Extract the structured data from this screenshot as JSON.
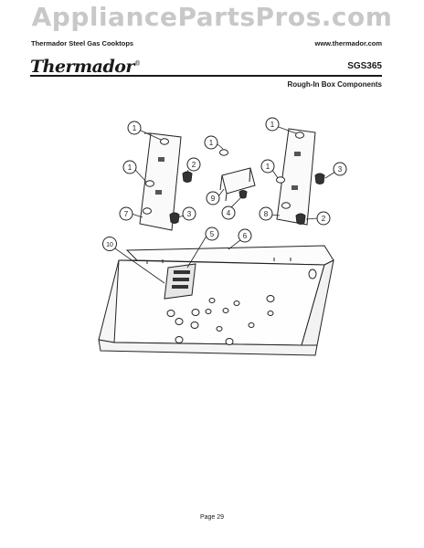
{
  "watermark": "AppliancePartsPros.com",
  "header": {
    "left": "Thermador Steel Gas Cooktops",
    "right": "www.thermador.com"
  },
  "brand": {
    "name": "Thermador",
    "mark": "®"
  },
  "model": "SGS365",
  "section_title": "Rough-In Box Components",
  "callouts": [
    "1",
    "1",
    "1",
    "1",
    "1",
    "2",
    "2",
    "3",
    "3",
    "4",
    "5",
    "6",
    "7",
    "8",
    "9",
    "10"
  ],
  "page": "Page 29"
}
